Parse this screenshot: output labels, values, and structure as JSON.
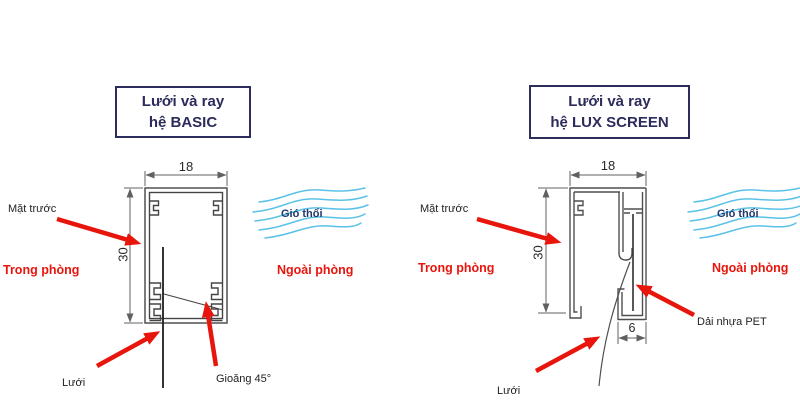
{
  "colors": {
    "navy": "#2b2b5c",
    "red": "#e8150d",
    "wind_blue": "#5bc2e7",
    "line_dark": "#454545",
    "dim_gray": "#606060"
  },
  "left_diagram": {
    "title_line1": "Lưới và ray",
    "title_line2": "hệ BASIC",
    "labels": {
      "front_face": "Mặt trước",
      "inside_room": "Trong phòng",
      "outside_room": "Ngoài phòng",
      "wind": "Gió thổi",
      "mesh": "Lưới",
      "gasket": "Gioăng 45°"
    },
    "dimensions": {
      "width": "18",
      "height": "30"
    }
  },
  "right_diagram": {
    "title_line1": "Lưới và ray",
    "title_line2": "hệ LUX SCREEN",
    "labels": {
      "front_face": "Mặt trước",
      "inside_room": "Trong phòng",
      "outside_room": "Ngoài phòng",
      "wind": "Gió thổi",
      "mesh": "Lưới",
      "pet_strip": "Dải nhựa PET"
    },
    "dimensions": {
      "width": "18",
      "height": "30",
      "slot": "6"
    }
  }
}
